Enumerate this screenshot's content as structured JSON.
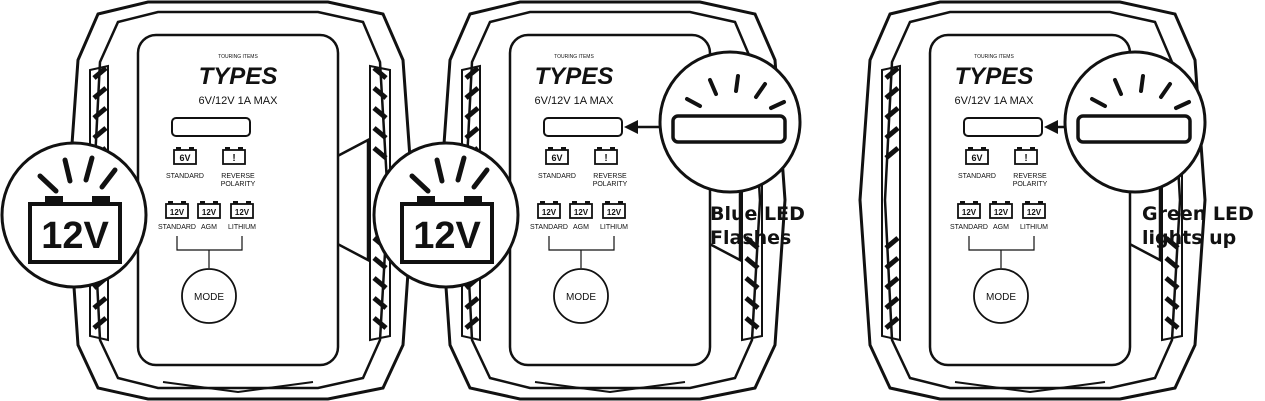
{
  "colors": {
    "ink": "#111111",
    "paper": "#ffffff"
  },
  "charger": {
    "brand_small": "TOURING ITEMS",
    "brand": "TYPES",
    "spec": "6V/12V  1A MAX",
    "battery_6v": "6V",
    "standard_label": "STANDARD",
    "reverse_label_1": "REVERSE",
    "reverse_label_2": "POLARITY",
    "bang": "!",
    "battery_12v": "12V",
    "agm_label": "AGM",
    "lithium_label": "LITHIUM",
    "mode_label": "MODE"
  },
  "callouts": {
    "zoom_12v": "12V",
    "blue_line1": "Blue LED",
    "blue_line2": "Flashes",
    "green_line1": "Green LED",
    "green_line2": "lights up"
  },
  "panels": [
    {
      "name": "step-select-12v",
      "zoom": "battery-12v"
    },
    {
      "name": "step-blue-led-flashes",
      "zoom": "led"
    },
    {
      "name": "step-green-led-lights-up",
      "zoom": "led"
    }
  ]
}
